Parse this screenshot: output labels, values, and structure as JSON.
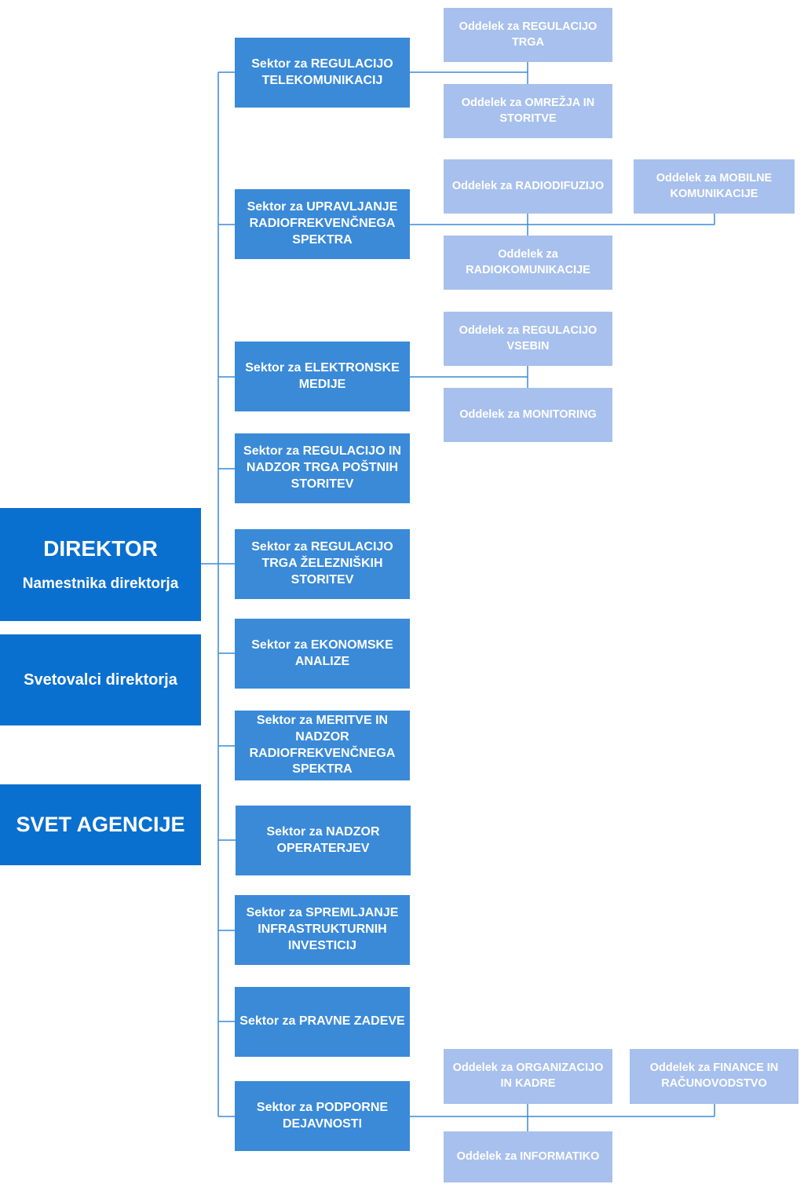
{
  "director": {
    "title": "DIREKTOR",
    "deputy": "Namestnika direktorja"
  },
  "advisors": "Svetovalci direktorja",
  "council": "SVET AGENCIJE",
  "sectors": [
    "Sektor za REGULACIJO TELEKOMUNIKACIJ",
    "Sektor za UPRAVLJANJE RADIOFREKVENČNEGA SPEKTRA",
    "Sektor za ELEKTRONSKE MEDIJE",
    "Sektor za REGULACIJO IN NADZOR TRGA POŠTNIH STORITEV",
    "Sektor za REGULACIJO TRGA ŽELEZNIŠKIH STORITEV",
    "Sektor za EKONOMSKE ANALIZE",
    "Sektor za MERITVE IN NADZOR RADIOFREKVENČNEGA SPEKTRA",
    "Sektor za NADZOR OPERATERJEV",
    "Sektor za SPREMLJANJE INFRASTRUKTURNIH INVESTICIJ",
    "Sektor za PRAVNE ZADEVE",
    "Sektor za PODPORNE DEJAVNOSTI"
  ],
  "departments": {
    "telecom": [
      "Oddelek za REGULACIJO TRGA",
      "Oddelek za OMREŽJA IN STORITVE"
    ],
    "spectrum": [
      "Oddelek za RADIODIFUZIJO",
      "Oddelek za MOBILNE KOMUNIKACIJE",
      "Oddelek za RADIOKOMUNIKACIJE"
    ],
    "media": [
      "Oddelek za REGULACIJO VSEBIN",
      "Oddelek za MONITORING"
    ],
    "support": [
      "Oddelek za ORGANIZACIJO IN KADRE",
      "Oddelek za FINANCE IN RAČUNOVODSTVO",
      "Oddelek za INFORMATIKO"
    ]
  },
  "colors": {
    "main_box": "#0a70cf",
    "sector_box": "#3a8ad8",
    "department_box": "#a8c0ed",
    "connector": "#3a8ad8"
  }
}
